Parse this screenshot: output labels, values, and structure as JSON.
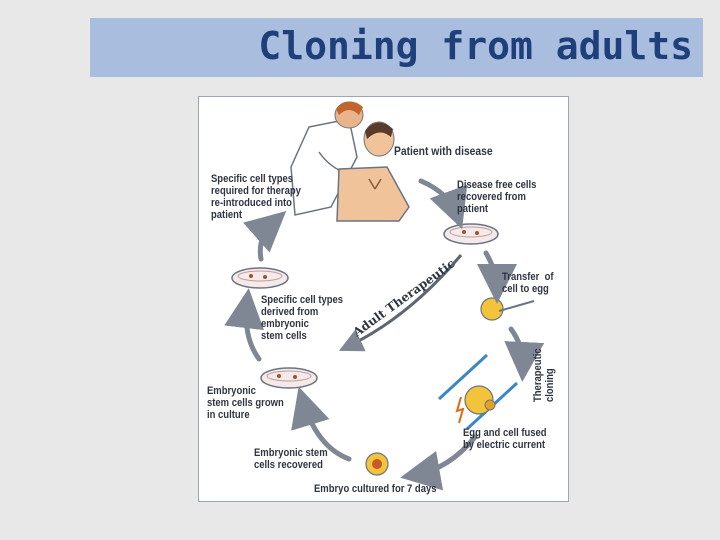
{
  "slide": {
    "title": "Cloning from adults"
  },
  "diagram": {
    "labels": {
      "patient": "Patient with disease",
      "disease_free": "Disease free cells\nrecovered from\npatient",
      "transfer": "Transfer  of\ncell to egg",
      "therapeutic_cloning": "Therapeutic\ncloning",
      "egg_fused": "Egg and cell fused\nby electric current",
      "embryo_cultured": "Embryo cultured for 7 days",
      "stem_recovered": "Embryonic stem\ncells recovered",
      "stem_grown": "Embryonic\nstem cells grown\nin culture",
      "cell_types_derived": "Specific cell types\nderived from\nembryonic\nstem cells",
      "reintroduced": "Specific cell types\nrequired for therapy\nre-introduced into\npatient",
      "adult_therapeutic": "Adult Therapeutic"
    },
    "colors": {
      "text": "#2f3540",
      "arrow": "#7f8794",
      "egg": "#f3c33a",
      "dish_fill": "#f6e9e9",
      "electrode": "#3a86c8"
    }
  }
}
